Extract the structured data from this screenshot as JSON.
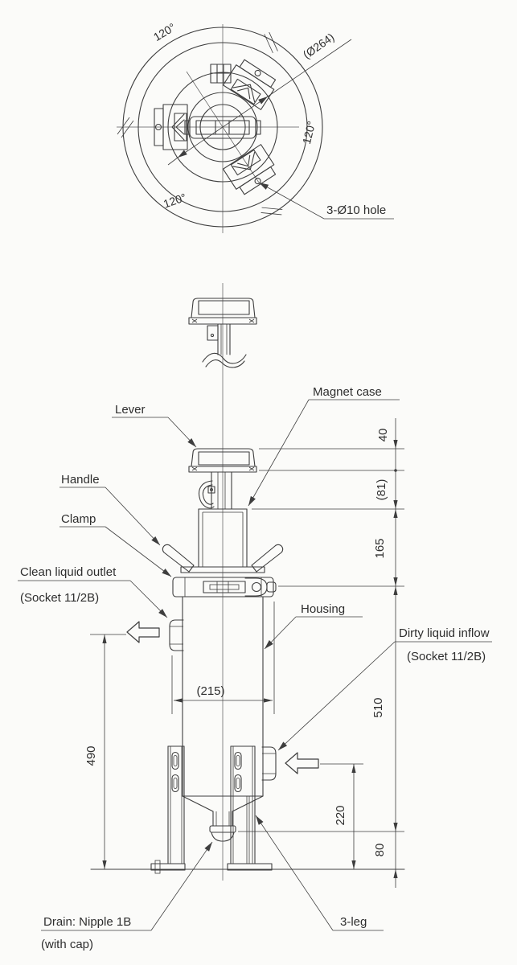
{
  "colors": {
    "line": "#3e3e3e",
    "text": "#2e2e2e",
    "background": "#fbfbf9"
  },
  "top_view": {
    "angle_top_left": "120°",
    "angle_right": "120°",
    "angle_bottom_left": "120°",
    "diameter": "(Ø264)",
    "hole_note": "3-Ø10 hole"
  },
  "front_view": {
    "labels": {
      "lever": "Lever",
      "magnet_case": "Magnet case",
      "handle": "Handle",
      "clamp": "Clamp",
      "clean_outlet": "Clean liquid outlet",
      "clean_outlet_socket": "(Socket 11/2B)",
      "housing": "Housing",
      "dirty_inflow": "Dirty liquid inflow",
      "dirty_inflow_socket": "(Socket 11/2B)",
      "drain": "Drain: Nipple 1B",
      "drain_note": "(with cap)",
      "legs": "3-leg"
    },
    "dimensions": {
      "lever_height": "40",
      "lever_to_case": "(81)",
      "case_height": "165",
      "body_height": "510",
      "drain_clearance": "80",
      "outlet_height": "490",
      "inflow_height": "220",
      "flange_width": "(215)"
    }
  }
}
